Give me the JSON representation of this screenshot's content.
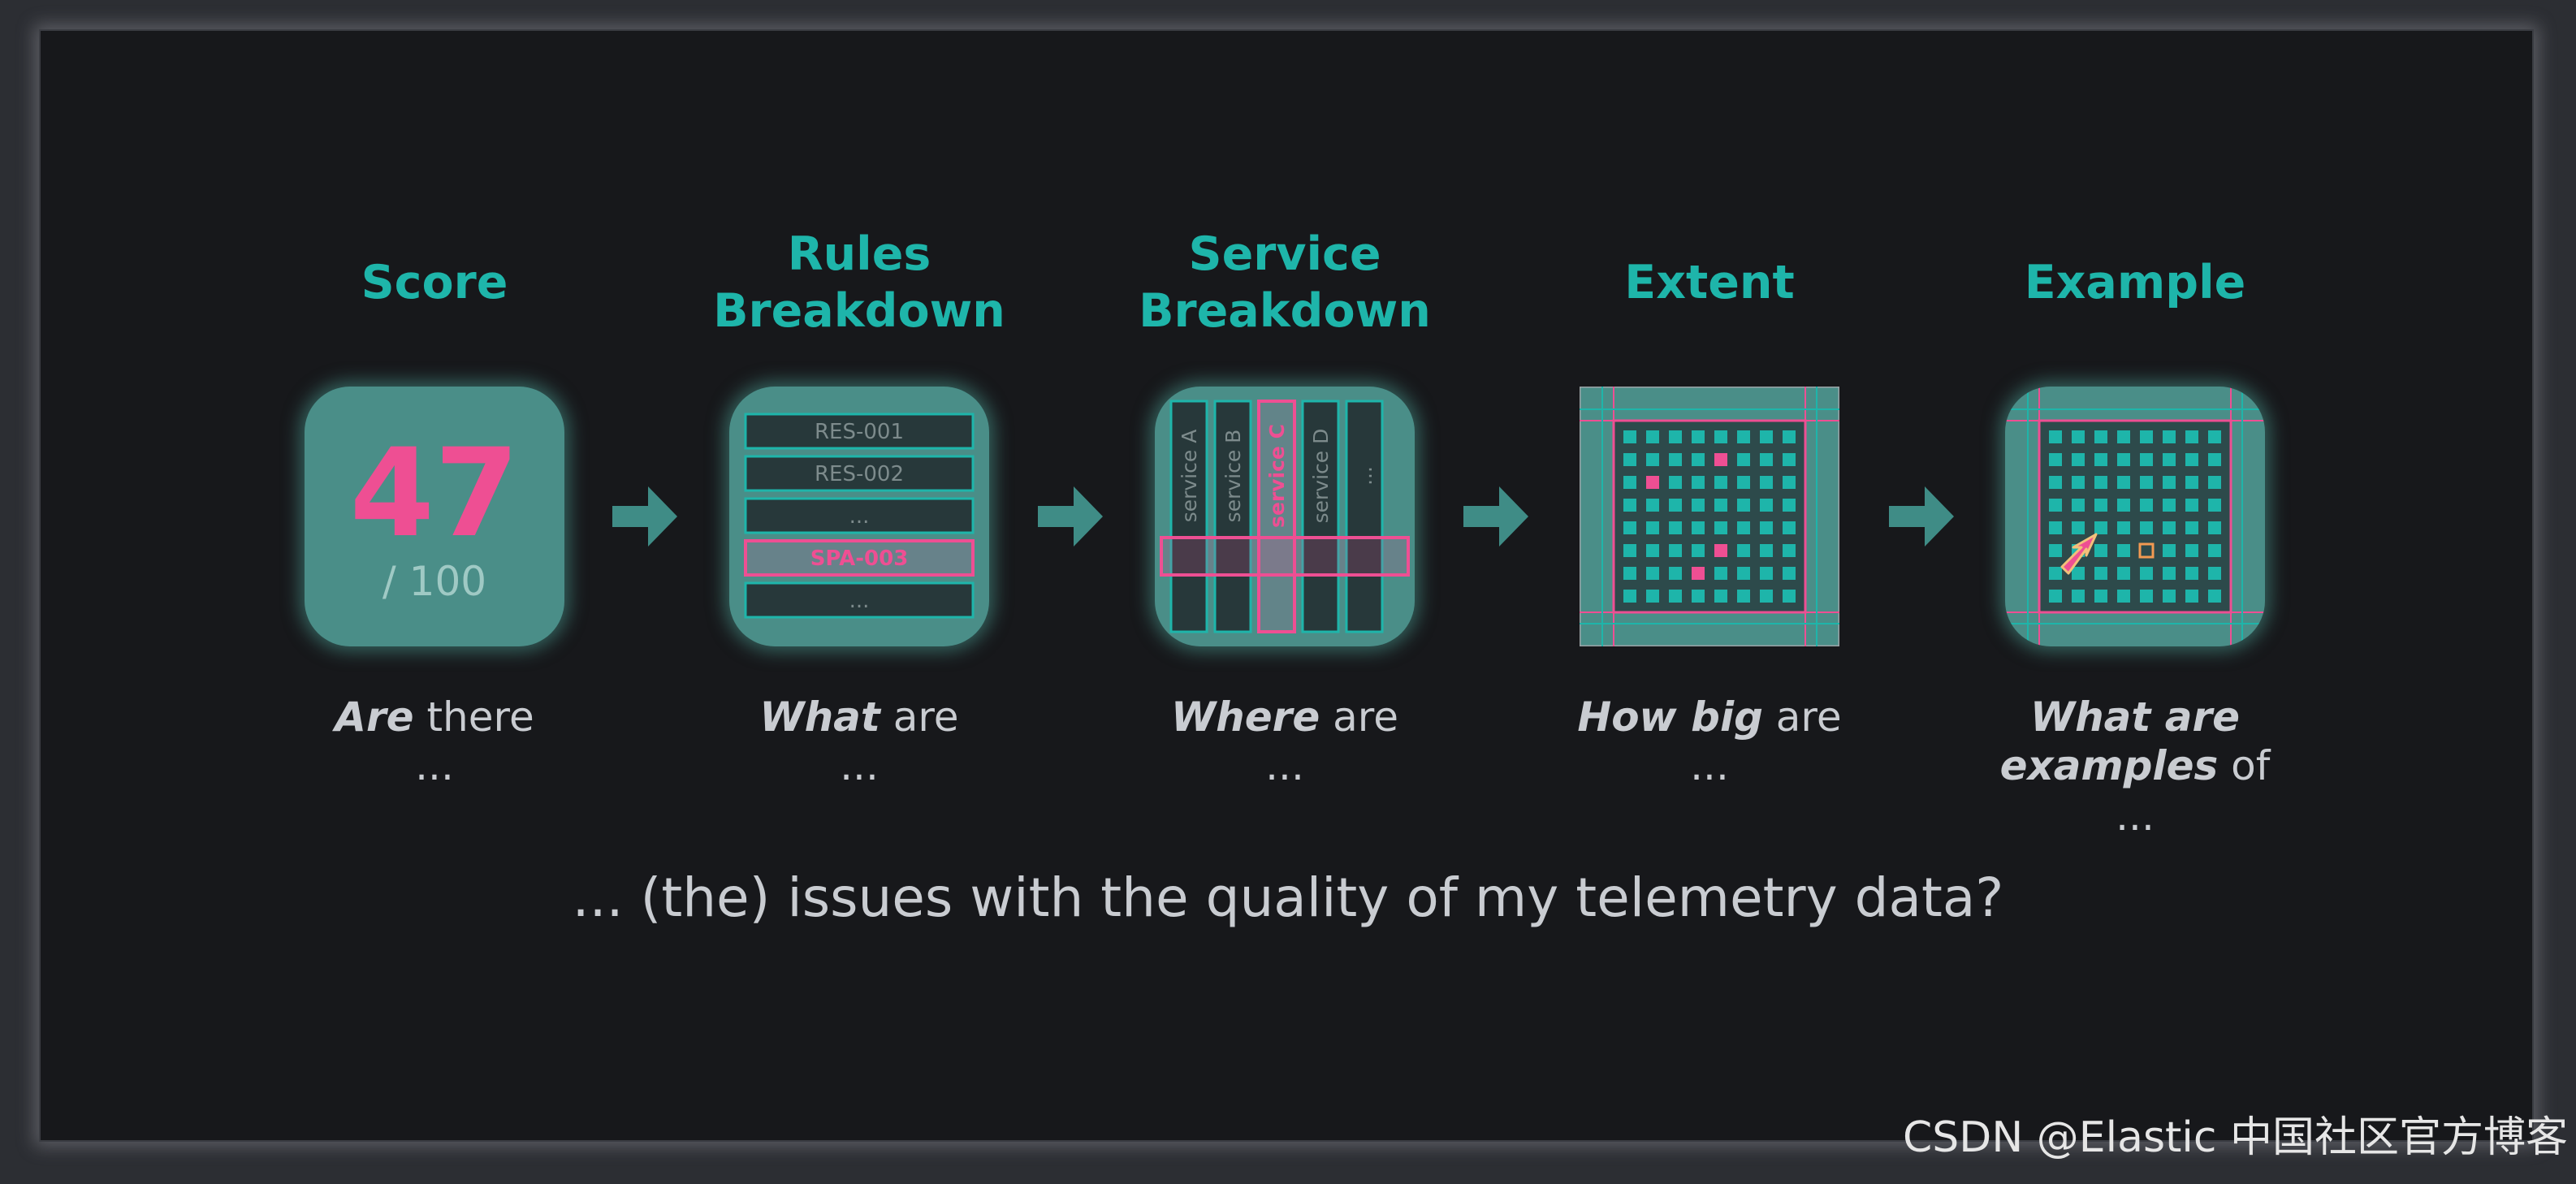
{
  "steps": [
    {
      "title_line1": "Score",
      "title_line2": "",
      "question_em": "Are",
      "question_rest": " there",
      "question_line2": "..."
    },
    {
      "title_line1": "Rules",
      "title_line2": "Breakdown",
      "question_em": "What",
      "question_rest": " are",
      "question_line2": "..."
    },
    {
      "title_line1": "Service",
      "title_line2": "Breakdown",
      "question_em": "Where",
      "question_rest": " are",
      "question_line2": "..."
    },
    {
      "title_line1": "Extent",
      "title_line2": "",
      "question_em": "How big",
      "question_rest": " are",
      "question_line2": "..."
    },
    {
      "title_line1": "Example",
      "title_line2": "",
      "question_em": "What are",
      "question_rest": "",
      "question_line2_em": "examples",
      "question_line2_rest": " of ..."
    }
  ],
  "score": {
    "value": "47",
    "total": "/ 100"
  },
  "rules": [
    "RES-001",
    "RES-002",
    "...",
    "SPA-003",
    "..."
  ],
  "services": [
    "service A",
    "service B",
    "service C",
    "service D",
    "..."
  ],
  "bottom_text": "... (the) issues with the quality of my telemetry data?",
  "watermark": "CSDN @Elastic 中国社区官方博客",
  "colors": {
    "accent": "#1eb5aa",
    "highlight": "#ee4f93",
    "tile": "#4a8e88",
    "background": "#17181b"
  }
}
